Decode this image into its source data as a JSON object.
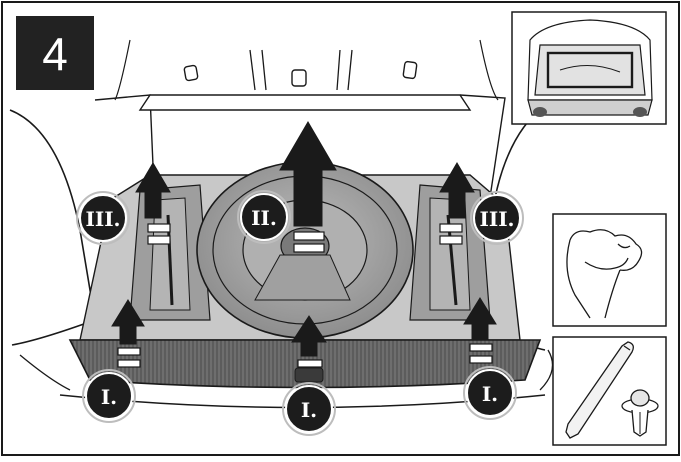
{
  "step": {
    "number": "4"
  },
  "callouts": {
    "left_front": "I.",
    "center_front": "I.",
    "right_front": "I.",
    "center_wheel": "II.",
    "left_side": "III.",
    "right_side": "III."
  },
  "insets": {
    "vehicle_rear_view": "vehicle-rear-trunk-icon",
    "hand_pull": "hand-grip-icon",
    "tools": "trim-removal-tool-and-clip-icon"
  },
  "colors": {
    "line": "#1a1a1a",
    "step_badge_bg": "#222222",
    "step_badge_text": "#ffffff",
    "callout_bg": "#1c1c1c",
    "tray_fill": "#9a9a9a",
    "wheel_fill": "#a8a8a8",
    "trim_fill": "#777777",
    "arrow_fill": "#1a1a1a"
  }
}
